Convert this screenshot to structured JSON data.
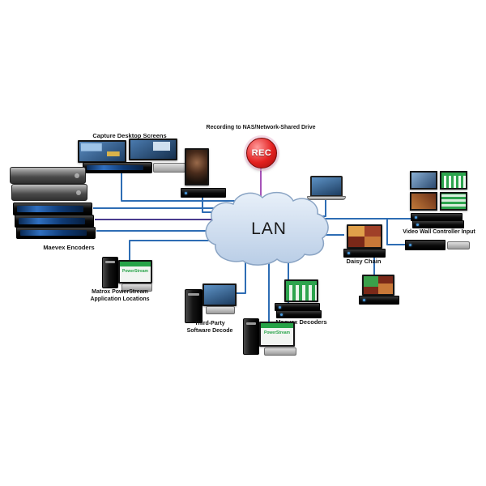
{
  "cloud": {
    "label": "LAN"
  },
  "rec": {
    "label": "REC"
  },
  "labels": {
    "capture_desktop": "Capture Desktop Screens",
    "recording_nas": "Recording to NAS/Network-Shared Drive",
    "maevex_encoders": "Maevex Encoders",
    "powerstream_app_line1": "Matrox PowerStream",
    "powerstream_app_line2": "Application Locations",
    "third_party_line1": "Third-Party",
    "third_party_line2": "Software Decode",
    "maevex_decoders": "Maevex Decoders",
    "daisy_chain": "Daisy Chain",
    "video_wall_input": "Video Wall Controller Input"
  },
  "screens": {
    "powerstream_brand": "PowerStream"
  },
  "colors": {
    "line_blue": "#2e6db4",
    "line_purple": "#4a3b8f",
    "rec_line": "#a653b8",
    "rec_red": "#e42020",
    "powerstream_green": "#27a348",
    "cloud_fill_top": "#e8f0f9",
    "cloud_fill_bottom": "#b9cde6",
    "cloud_stroke": "#8aa4c4"
  }
}
